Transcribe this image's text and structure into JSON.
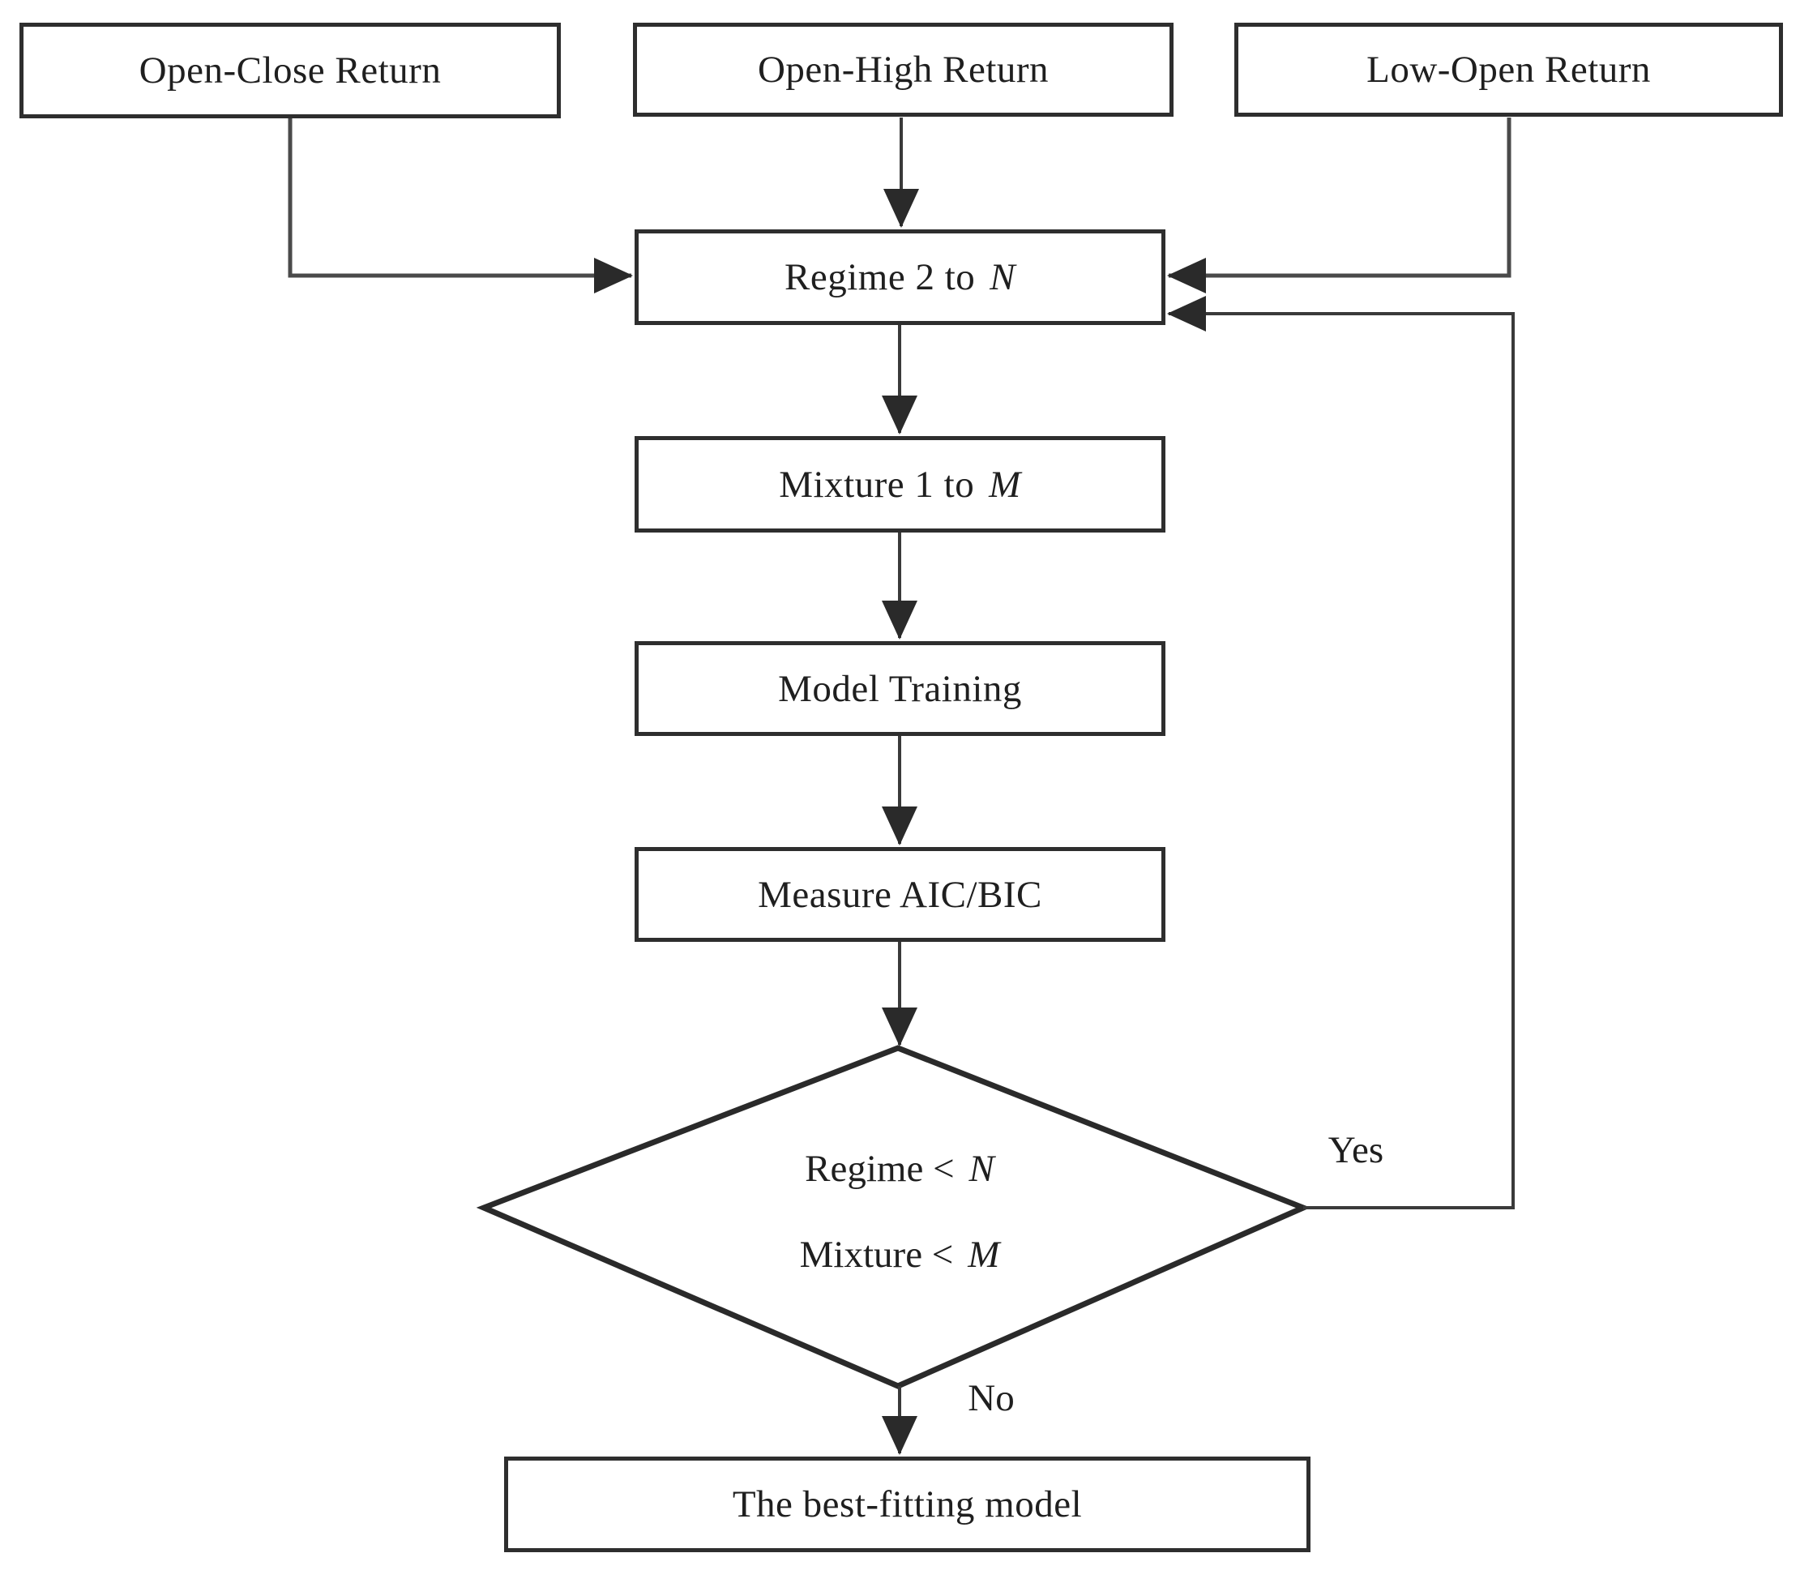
{
  "figure": {
    "background": "#ffffff",
    "stroke_color": "#3a3a3a",
    "border_color": "#2e2e2e",
    "text_color": "#1f1f1f",
    "type": "flowchart"
  },
  "nodes": {
    "open_close": {
      "label": "Open-Close Return"
    },
    "open_high": {
      "label": "Open-High Return"
    },
    "low_open": {
      "label": "Low-Open Return"
    },
    "regime": {
      "prefix": "Regime 2 to",
      "var": "N"
    },
    "mixture": {
      "prefix": "Mixture 1 to",
      "var": "M"
    },
    "model_training": {
      "label": "Model Training"
    },
    "measure": {
      "label": "Measure AIC/BIC"
    },
    "decision": {
      "line1_prefix": "Regime <",
      "line1_var": "N",
      "line2_prefix": "Mixture <",
      "line2_var": "M"
    },
    "best_fit": {
      "label": "The best-fitting model"
    }
  },
  "edge_labels": {
    "yes": "Yes",
    "no": "No"
  }
}
